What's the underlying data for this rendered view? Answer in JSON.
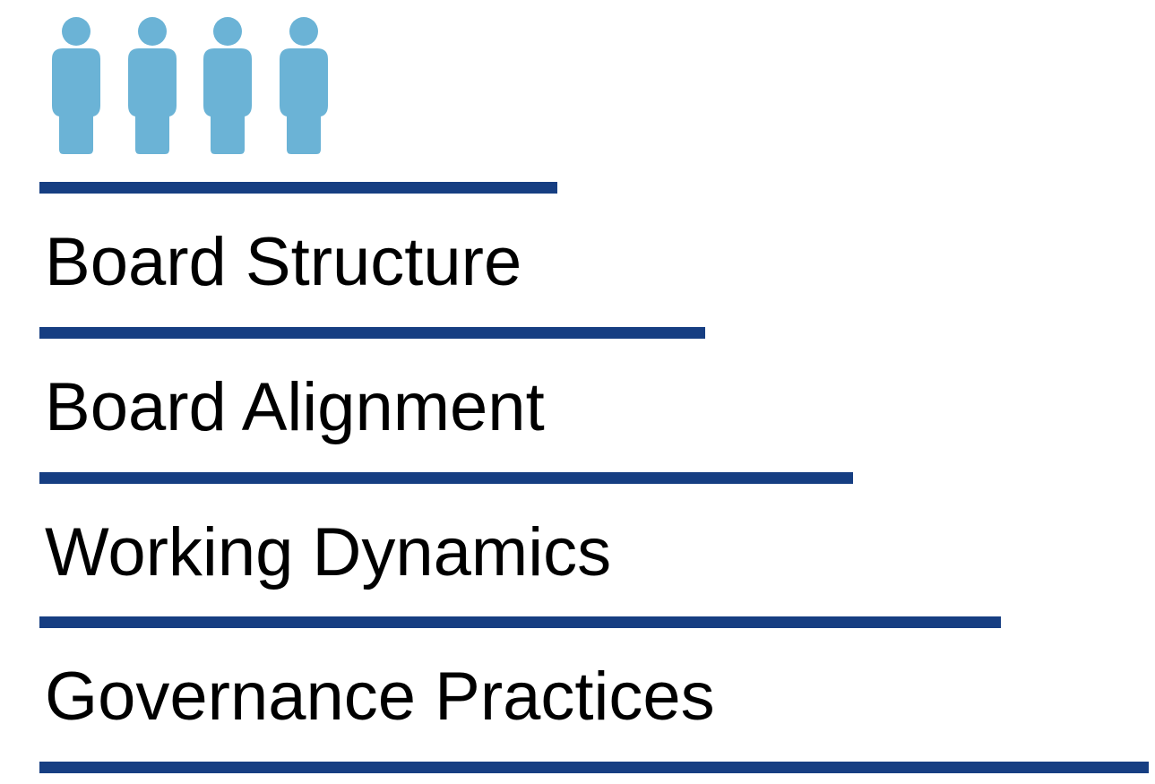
{
  "colors": {
    "person_icon": "#6bb3d6",
    "bar": "#163e82",
    "text": "#000000",
    "background": "#ffffff"
  },
  "icons": [
    "person-icon",
    "person-icon",
    "person-icon",
    "person-icon"
  ],
  "steps": [
    {
      "label": "Board Structure"
    },
    {
      "label": "Board Alignment"
    },
    {
      "label": "Working Dynamics"
    },
    {
      "label": "Governance Practices"
    }
  ]
}
